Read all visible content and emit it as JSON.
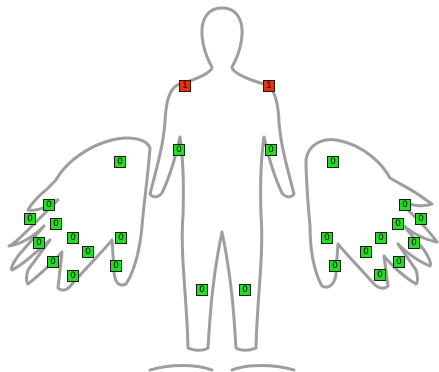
{
  "colors": {
    "ok": "#22dd22",
    "alert": "#ee2e12",
    "outline": "#9e9e9e"
  },
  "markers": [
    {
      "id": "shoulder-left",
      "value": "1"
    },
    {
      "id": "shoulder-right",
      "value": "1"
    },
    {
      "id": "upper-arm-left",
      "value": "0"
    },
    {
      "id": "upper-arm-right",
      "value": "0"
    },
    {
      "id": "knee-left",
      "value": "0"
    },
    {
      "id": "knee-right",
      "value": "0"
    },
    {
      "id": "left-hand-palm",
      "value": "0"
    },
    {
      "id": "left-hand-1",
      "value": "0"
    },
    {
      "id": "left-hand-2",
      "value": "0"
    },
    {
      "id": "left-hand-3",
      "value": "0"
    },
    {
      "id": "left-hand-4",
      "value": "0"
    },
    {
      "id": "left-hand-5",
      "value": "0"
    },
    {
      "id": "left-hand-6",
      "value": "0"
    },
    {
      "id": "left-hand-7",
      "value": "0"
    },
    {
      "id": "left-hand-8",
      "value": "0"
    },
    {
      "id": "left-hand-9",
      "value": "0"
    },
    {
      "id": "left-hand-10",
      "value": "0"
    },
    {
      "id": "right-hand-palm",
      "value": "0"
    },
    {
      "id": "right-hand-1",
      "value": "0"
    },
    {
      "id": "right-hand-2",
      "value": "0"
    },
    {
      "id": "right-hand-3",
      "value": "0"
    },
    {
      "id": "right-hand-4",
      "value": "0"
    },
    {
      "id": "right-hand-5",
      "value": "0"
    },
    {
      "id": "right-hand-6",
      "value": "0"
    },
    {
      "id": "right-hand-7",
      "value": "0"
    },
    {
      "id": "right-hand-8",
      "value": "0"
    },
    {
      "id": "right-hand-9",
      "value": "0"
    },
    {
      "id": "right-hand-10",
      "value": "0"
    }
  ]
}
